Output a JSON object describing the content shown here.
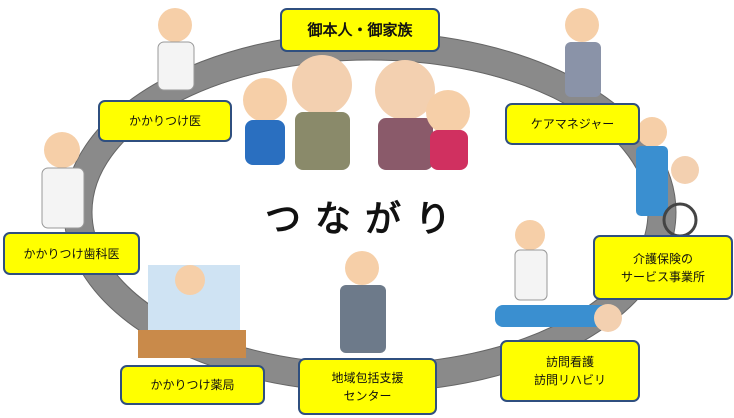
{
  "center_label": "つながり",
  "nodes": {
    "family": "御本人・御家族",
    "doctor": "かかりつけ医",
    "care_manager": "ケアマネジャー",
    "dentist": "かかりつけ歯科医",
    "care_service": [
      "介護保険の",
      "サービス事業所"
    ],
    "pharmacy": "かかりつけ薬局",
    "support_center": [
      "地域包括支援",
      "センター"
    ],
    "home_visit": [
      "訪問看護",
      "訪問リハビリ"
    ]
  },
  "colors": {
    "box": "#ffff00",
    "border": "#2f4f7f",
    "ring": "#8a8a8a"
  }
}
